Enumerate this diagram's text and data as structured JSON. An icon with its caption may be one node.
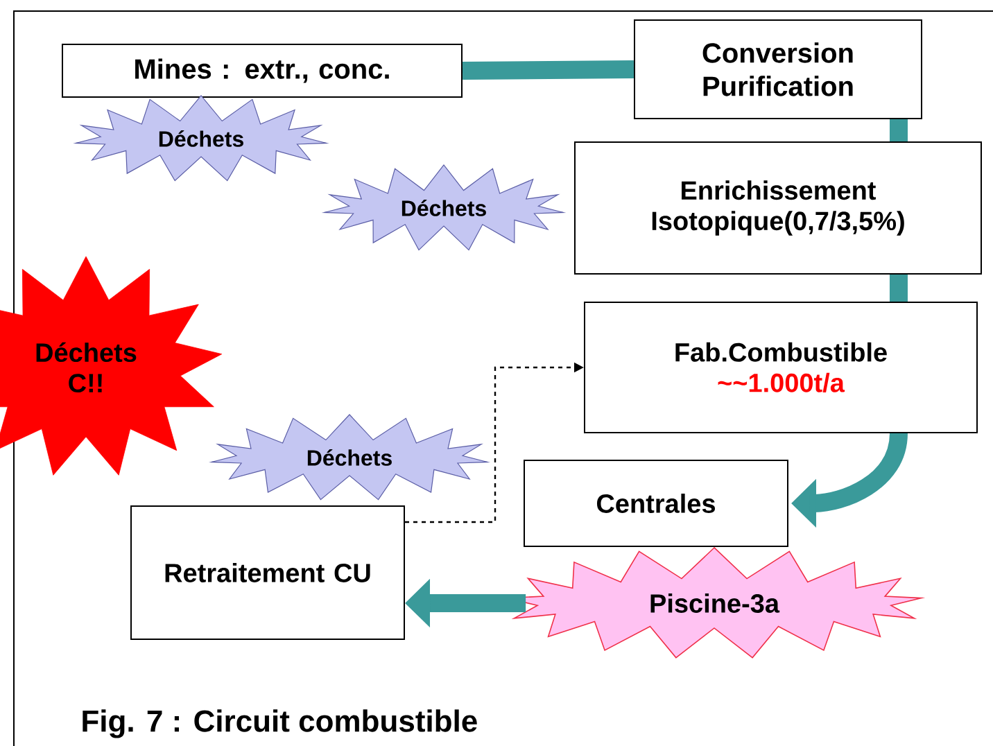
{
  "diagram": {
    "caption": "Fig. 7 : Circuit combustible",
    "nodes": [
      {
        "text": [
          "Mines : extr., conc."
        ]
      },
      {
        "text": [
          "Conversion Purification"
        ]
      },
      {
        "text": [
          "Enrichissement Isotopique(0,7/3,5%)"
        ]
      },
      {
        "text": [
          "Fab.Combustible",
          "~~1.000t/a"
        ]
      },
      {
        "text": [
          "Centrales"
        ]
      },
      {
        "text": [
          "Piscine-3a"
        ]
      },
      {
        "text": [
          "Retraitement CU"
        ]
      },
      {
        "text": [
          "Déchets"
        ]
      },
      {
        "text": [
          "Déchets"
        ]
      },
      {
        "text": [
          "Déchets C!!"
        ]
      },
      {
        "text": [
          "Déchets"
        ]
      }
    ],
    "edges": [
      {
        "from": 0,
        "to": 1,
        "arrow": "none"
      },
      {
        "from": 1,
        "to": 2,
        "arrow": "none"
      },
      {
        "from": 2,
        "to": 3,
        "arrow": "none"
      },
      {
        "from": 3,
        "to": 4,
        "arrow": "to"
      },
      {
        "from": 5,
        "to": 6,
        "arrow": "to"
      },
      {
        "from": 6,
        "to": 3,
        "arrow": "to",
        "style": "dashed",
        "color": "#000000"
      }
    ]
  }
}
